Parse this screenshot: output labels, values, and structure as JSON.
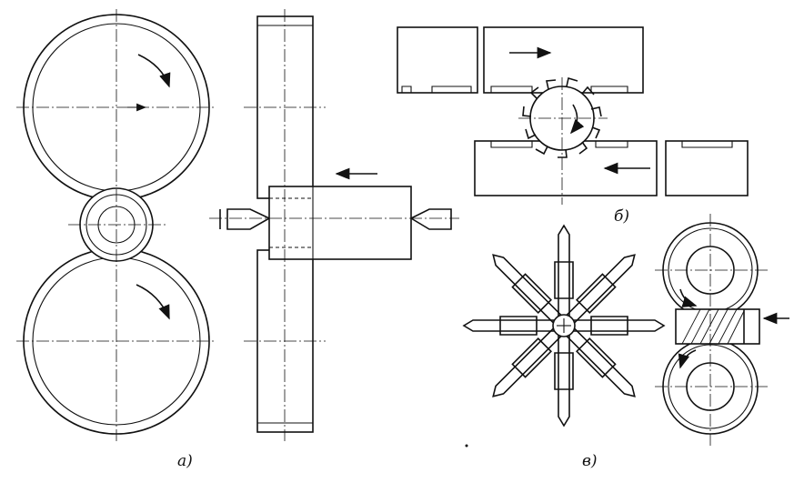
{
  "labels": {
    "a": "а)",
    "b": "б)",
    "v": "в)"
  },
  "colors": {
    "ink": "#111111",
    "paper": "#ffffff"
  }
}
